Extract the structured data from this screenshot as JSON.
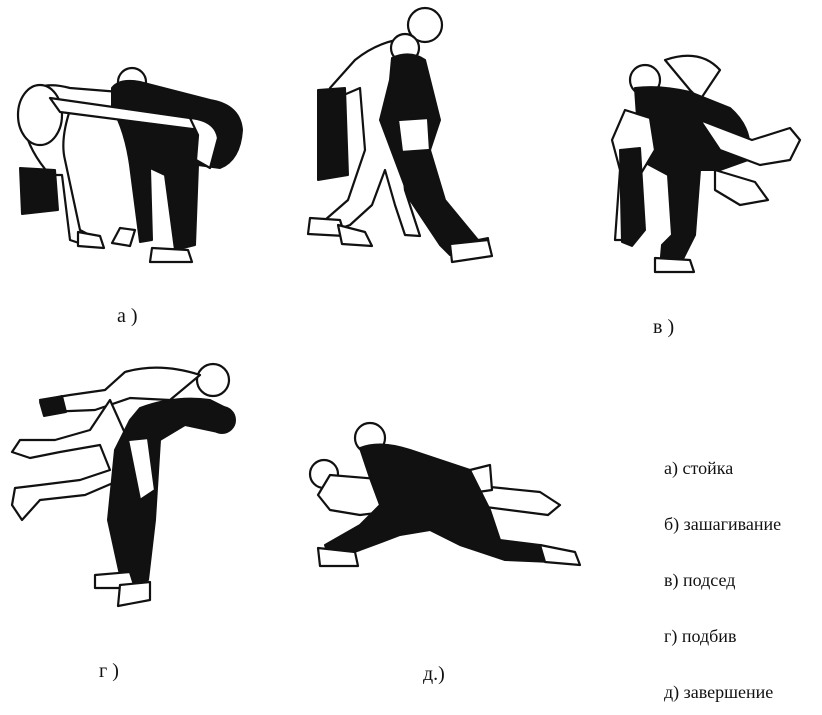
{
  "figures": [
    {
      "id": "a",
      "label": "а )"
    },
    {
      "id": "v",
      "label": "в )"
    },
    {
      "id": "g",
      "label": "г )"
    },
    {
      "id": "d",
      "label": "д.)"
    }
  ],
  "legend": [
    "а) стойка",
    "б) зашагивание",
    "в)  подсед",
    "г) подбив",
    "д) завершение"
  ]
}
